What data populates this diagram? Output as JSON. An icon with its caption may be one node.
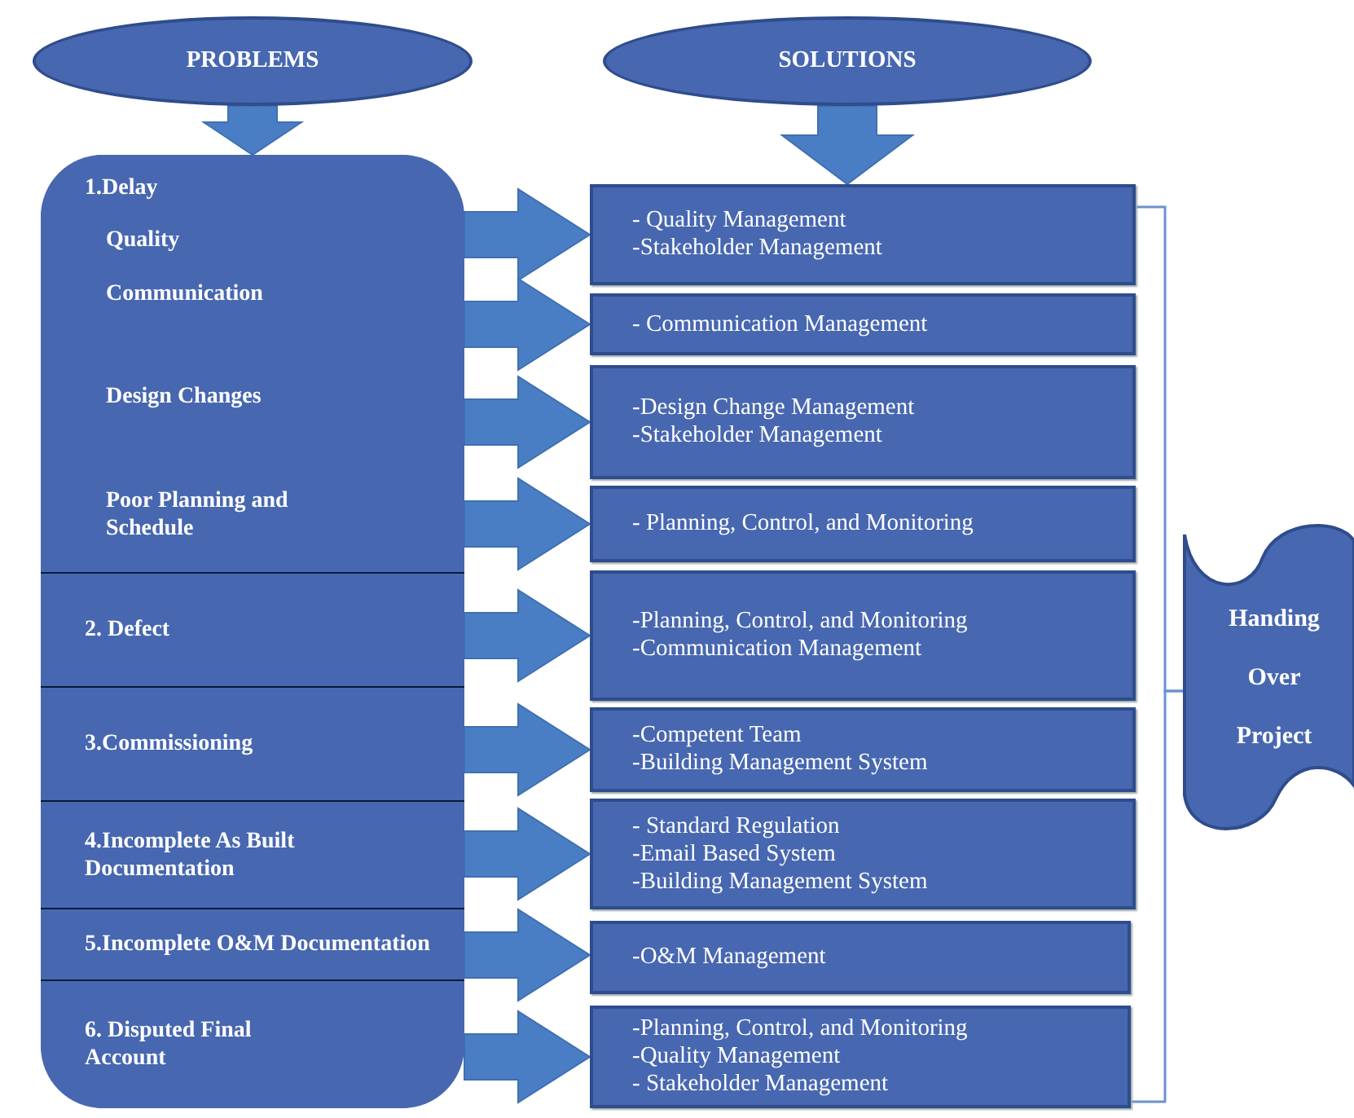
{
  "diagram": {
    "nodes": [
      {
        "text": [
          "PROBLEMS"
        ]
      },
      {
        "text": [
          "SOLUTIONS"
        ]
      },
      {
        "text": [],
        "shape": "box"
      },
      {
        "text": [
          "1.Delay",
          "Quality",
          "Communication",
          "Design Changes",
          "Poor Planning and Schedule"
        ],
        "in": 2
      },
      {
        "text": [
          "2. Defect"
        ],
        "in": 2
      },
      {
        "text": [
          "3.Commissioning"
        ],
        "in": 2
      },
      {
        "text": [
          "4.Incomplete As Built Documentation"
        ],
        "in": 2
      },
      {
        "text": [
          "5.Incomplete O&M Documentation"
        ],
        "in": 2
      },
      {
        "text": [
          "6. Disputed Final Account"
        ],
        "in": 2
      },
      {
        "text": [
          "- Quality Management",
          "-Stakeholder Management"
        ]
      },
      {
        "text": [
          "- Communication Management"
        ]
      },
      {
        "text": [
          "-Design Change Management",
          "-Stakeholder Management"
        ]
      },
      {
        "text": [
          "- Planning, Control, and Monitoring"
        ]
      },
      {
        "text": [
          "-Planning, Control, and Monitoring",
          "-Communication Management"
        ]
      },
      {
        "text": [
          "-Competent Team",
          "-Building Management System"
        ]
      },
      {
        "text": [
          "- Standard Regulation",
          "-Email Based System",
          "-Building Management System"
        ]
      },
      {
        "text": [
          "-O&M Management"
        ]
      },
      {
        "text": [
          "-Planning, Control, and Monitoring",
          "-Quality Management",
          "- Stakeholder Management"
        ]
      },
      {
        "text": [
          "Handing Over Project"
        ]
      }
    ],
    "edges": [
      {
        "from": 0,
        "to": 2,
        "arrow": "to",
        "style": "thick"
      },
      {
        "from": 1,
        "to": 9,
        "arrow": "to",
        "style": "thick"
      },
      {
        "from": 3,
        "to": 9,
        "arrow": "to",
        "style": "thick"
      },
      {
        "from": 3,
        "to": 10,
        "arrow": "to",
        "style": "thick"
      },
      {
        "from": 3,
        "to": 11,
        "arrow": "to",
        "style": "thick"
      },
      {
        "from": 3,
        "to": 12,
        "arrow": "to",
        "style": "thick"
      },
      {
        "from": 4,
        "to": 13,
        "arrow": "to",
        "style": "thick"
      },
      {
        "from": 5,
        "to": 14,
        "arrow": "to",
        "style": "thick"
      },
      {
        "from": 6,
        "to": 15,
        "arrow": "to",
        "style": "thick"
      },
      {
        "from": 7,
        "to": 16,
        "arrow": "to",
        "style": "thick"
      },
      {
        "from": 8,
        "to": 17,
        "arrow": "to",
        "style": "thick"
      },
      {
        "from": 9,
        "to": 18,
        "arrow": "none",
        "color": "#6a93cf"
      },
      {
        "from": 17,
        "to": 18,
        "arrow": "none",
        "color": "#6a93cf"
      }
    ]
  }
}
